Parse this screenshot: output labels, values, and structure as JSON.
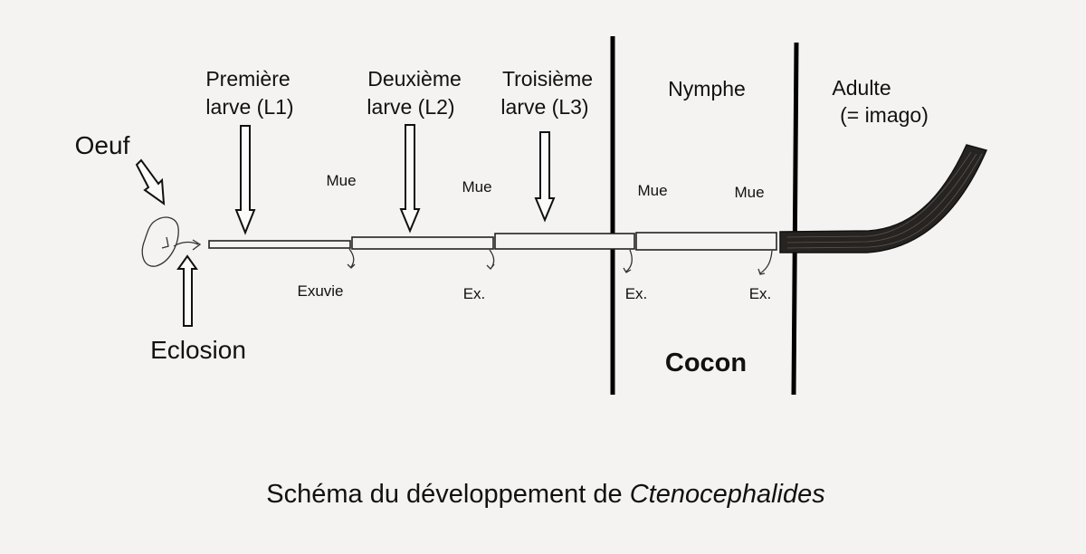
{
  "stages": {
    "l1": [
      "Première",
      "larve (L1)"
    ],
    "l2": [
      "Deuxième",
      "larve (L2)"
    ],
    "l3": [
      "Troisième",
      "larve (L3)"
    ],
    "nymphe": "Nymphe",
    "adulte": [
      "Adulte",
      "(= imago)"
    ]
  },
  "oeuf": "Oeuf",
  "eclosion": "Eclosion",
  "mue": [
    "Mue",
    "Mue",
    "Mue",
    "Mue"
  ],
  "exuvies": [
    "Exuvie",
    "Ex.",
    "Ex.",
    "Ex."
  ],
  "cocon": "Cocon",
  "caption": {
    "prefix": "Schéma du développement de ",
    "genus": "Ctenocephalides"
  }
}
